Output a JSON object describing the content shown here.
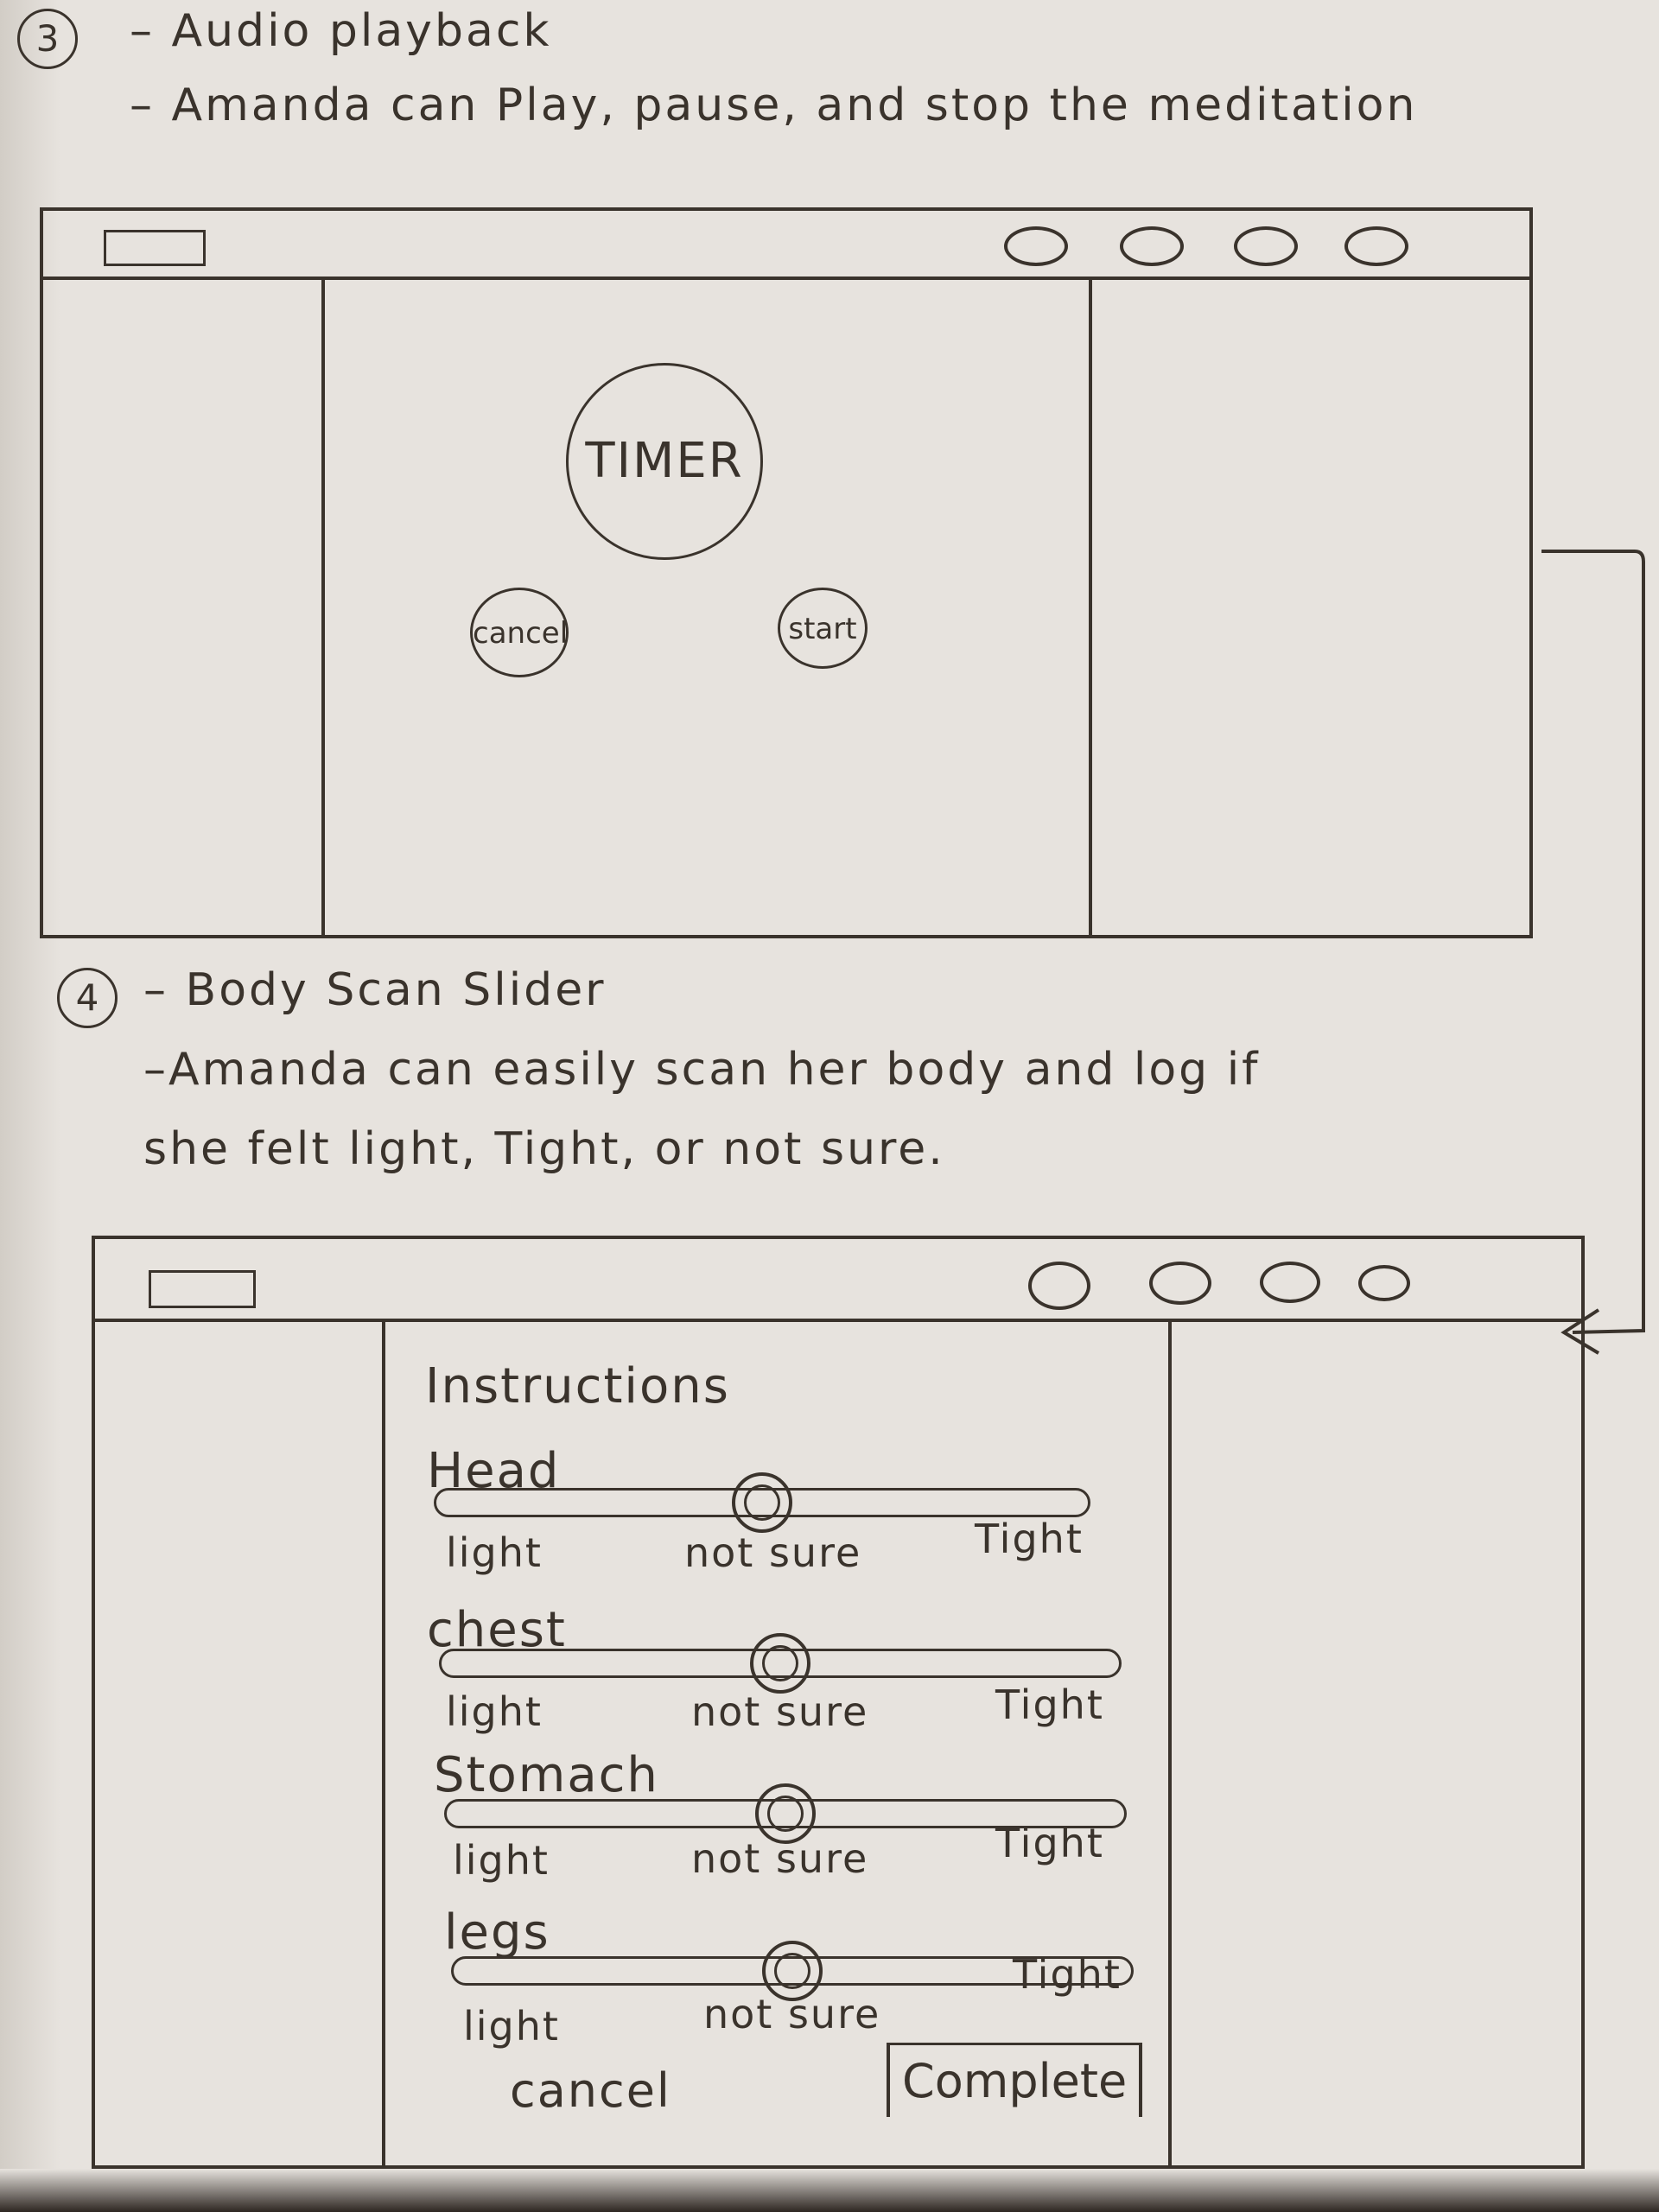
{
  "notes": {
    "step3": {
      "number": "3",
      "title": "– Audio playback",
      "description": "– Amanda can Play, pause, and stop the meditation"
    },
    "step4": {
      "number": "4",
      "title": "– Body Scan Slider",
      "description_line1": "–Amanda can easily scan her body and log if",
      "description_line2": "she felt light, Tight, or not sure."
    }
  },
  "screen1": {
    "timer_label": "TIMER",
    "cancel_label": "cancel",
    "start_label": "start"
  },
  "screen2": {
    "heading": "Instructions",
    "scale_labels": {
      "left": "light",
      "middle": "not sure",
      "right": "Tight"
    },
    "sliders": [
      {
        "label": "Head",
        "value": 0.5
      },
      {
        "label": "chest",
        "value": 0.5
      },
      {
        "label": "Stomach",
        "value": 0.5
      },
      {
        "label": "legs",
        "value": 0.5
      }
    ],
    "cancel_label": "cancel",
    "complete_label": "Complete"
  },
  "colors": {
    "paper": "#e7e3de",
    "ink": "#3a332c"
  }
}
